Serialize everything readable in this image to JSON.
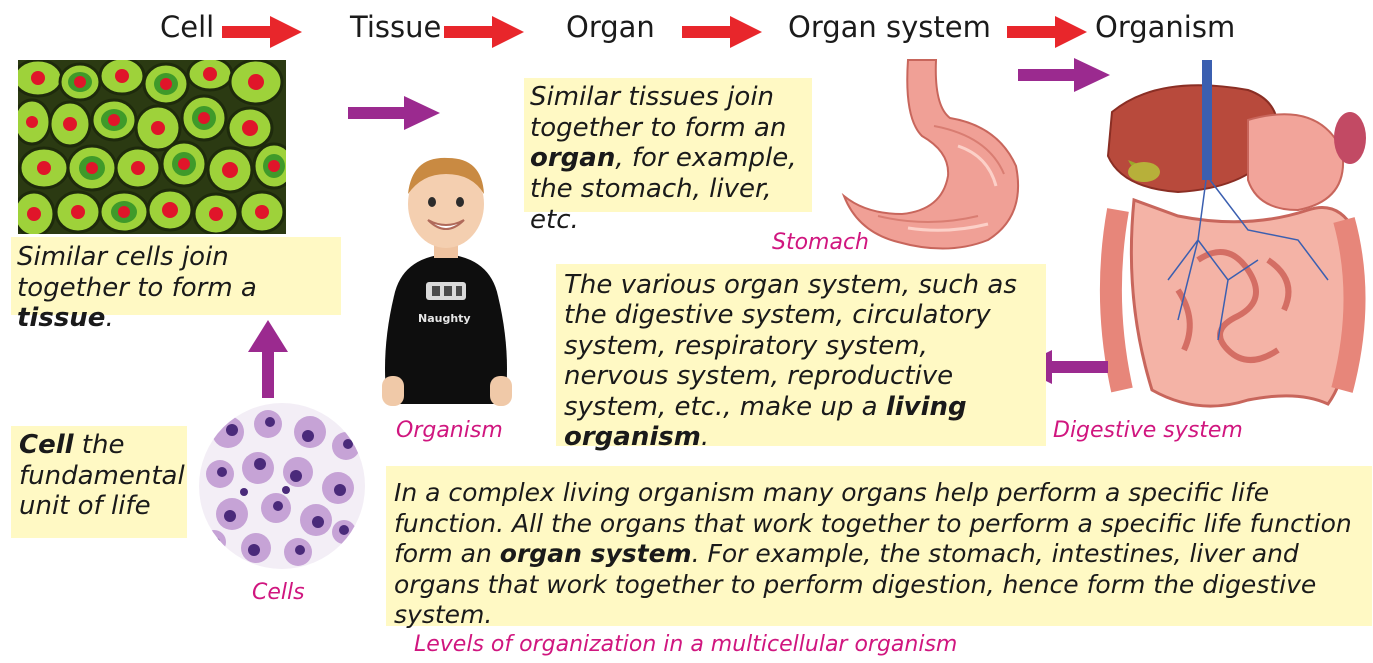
{
  "flow": {
    "cell": "Cell",
    "tissue": "Tissue",
    "organ": "Organ",
    "organ_system": "Organ system",
    "organism": "Organism"
  },
  "notes": {
    "tissue_pre": "Similar cells join together to form a ",
    "tissue_bold": "tissue",
    "tissue_post": ".",
    "organ_pre": "Similar tissues join together to form an ",
    "organ_bold": "organ",
    "organ_post": ", for example, the stomach, liver, etc.",
    "cell_bold": "Cell",
    "cell_post": " the fundamental unit of life",
    "organism_pre": "The various organ system, such as the digestive system, circulatory system, respiratory system, nervous system, reproductive system, etc., make up a ",
    "organism_bold": "living organism",
    "organism_post": ".",
    "system_pre": "In a complex living organism many organs help perform a specific life function. All the organs that work together to perform a specific life function form an ",
    "system_bold": "organ system",
    "system_post": ". For example, the stomach, intestines, liver and organs that work together to perform digestion, hence form the digestive system."
  },
  "captions": {
    "stomach": "Stomach",
    "organism": "Organism",
    "digestive": "Digestive system",
    "cells": "Cells",
    "figure": "Levels of organization in a multicellular organism"
  },
  "shirt_text": "Naughty",
  "colors": {
    "flow_arrow": "#e8262b",
    "link_arrow": "#9b2a8f",
    "note_bg": "#fff9c4",
    "caption": "#d0167f"
  }
}
